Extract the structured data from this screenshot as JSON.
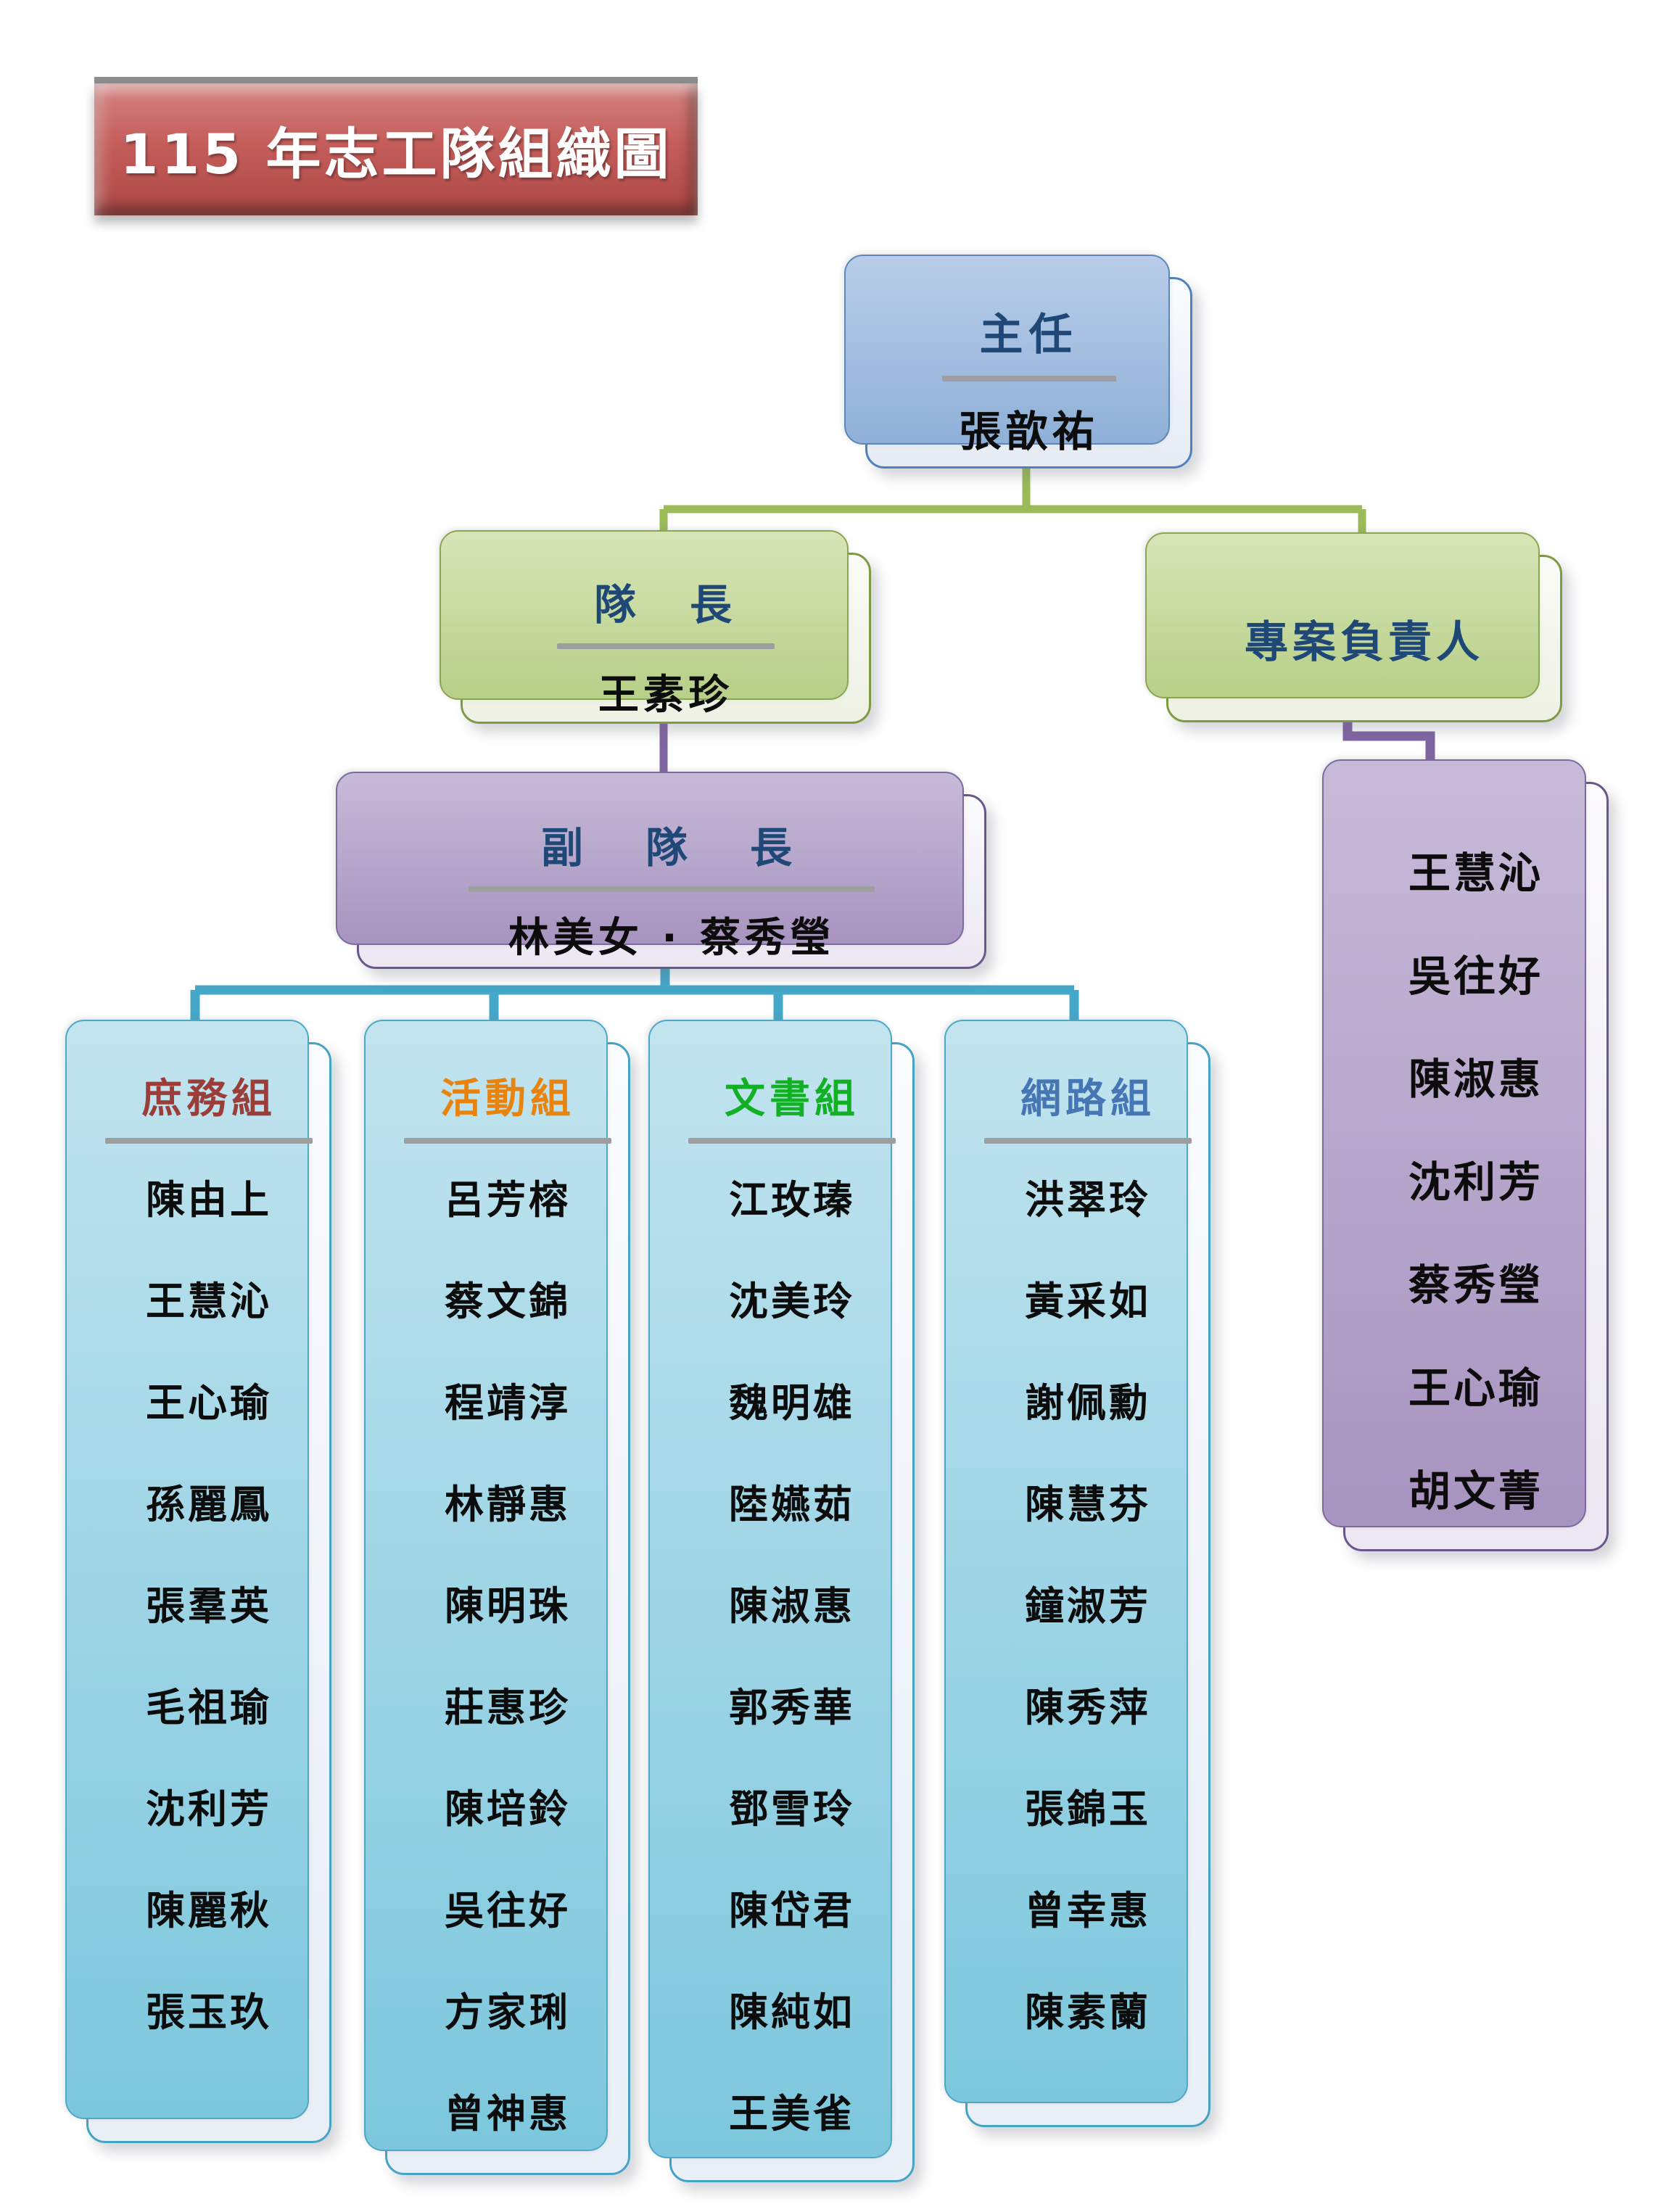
{
  "banner": {
    "text": "115 年志工隊組織圖"
  },
  "org": {
    "director": {
      "title": "主任",
      "name": "張歆祐"
    },
    "captain": {
      "title": "隊　長",
      "name": "王素珍"
    },
    "project_lead": {
      "title": "專案負責人",
      "members": [
        "王慧沁",
        "吳往好",
        "陳淑惠",
        "沈利芳",
        "蔡秀瑩",
        "王心瑜",
        "胡文菁"
      ]
    },
    "vice_captain": {
      "title": "副　隊　長",
      "name": "林美女 · 蔡秀瑩"
    },
    "groups": [
      {
        "title": "庶務組",
        "color": "#9B3D39",
        "members": [
          "陳由上",
          "王慧沁",
          "王心瑜",
          "孫麗鳳",
          "張羣英",
          "毛祖瑜",
          "沈利芳",
          "陳麗秋",
          "張玉玖"
        ]
      },
      {
        "title": "活動組",
        "color": "#E8830D",
        "members": [
          "呂芳榕",
          "蔡文錦",
          "程靖淳",
          "林靜惠",
          "陳明珠",
          "莊惠珍",
          "陳培鈴",
          "吳往好",
          "方家琍",
          "曾神惠"
        ]
      },
      {
        "title": "文書組",
        "color": "#12B025",
        "members": [
          "江玫瑧",
          "沈美玲",
          "魏明雄",
          "陸嬿茹",
          "陳淑惠",
          "郭秀華",
          "鄧雪玲",
          "陳岱君",
          "陳純如",
          "王美雀"
        ]
      },
      {
        "title": "網路組",
        "color": "#4677B4",
        "members": [
          "洪翠玲",
          "黃采如",
          "謝佩勳",
          "陳慧芬",
          "鐘淑芳",
          "陳秀萍",
          "張錦玉",
          "曾幸惠",
          "陳素蘭"
        ]
      }
    ]
  },
  "colors": {
    "banner_red": "#C0504D",
    "heading_navy": "#1F4876",
    "divider_gray": "#9C9EA0",
    "connector_green": "#9BBB59",
    "connector_purple": "#8064A2",
    "connector_teal": "#45A8C8"
  }
}
